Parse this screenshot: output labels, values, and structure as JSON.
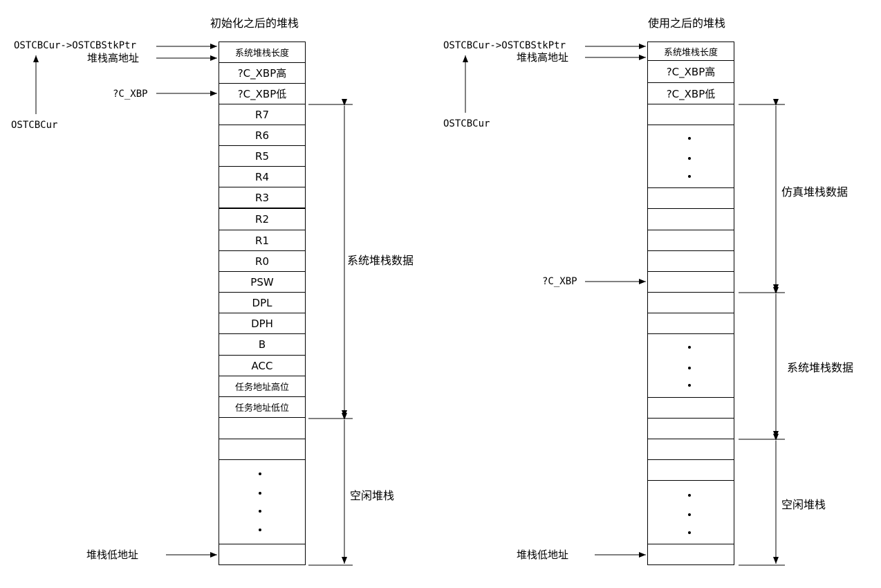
{
  "left": {
    "title": "初始化之后的堆栈",
    "pointer_label": "OSTCBCur->OSTCBStkPtr",
    "high_addr_label": "堆栈高地址",
    "xbp_label": "?C_XBP",
    "tcb_label": "OSTCBCur",
    "low_addr_label": "堆栈低地址",
    "cells": [
      "系统堆栈长度",
      "?C_XBP高",
      "?C_XBP低",
      "R7",
      "R6",
      "R5",
      "R4",
      "R3",
      "R2",
      "R1",
      "R0",
      "PSW",
      "DPL",
      "DPH",
      "B",
      "ACC",
      "任务地址高位",
      "任务地址低位"
    ],
    "region_system": "系统堆栈数据",
    "region_free": "空闲堆栈"
  },
  "right": {
    "title": "使用之后的堆栈",
    "pointer_label": "OSTCBCur->OSTCBStkPtr",
    "high_addr_label": "堆栈高地址",
    "xbp_label": "?C_XBP",
    "tcb_label": "OSTCBCur",
    "low_addr_label": "堆栈低地址",
    "cells": [
      "系统堆栈长度",
      "?C_XBP高",
      "?C_XBP低"
    ],
    "region_sim": "仿真堆栈数据",
    "region_system": "系统堆栈数据",
    "region_free": "空闲堆栈"
  }
}
